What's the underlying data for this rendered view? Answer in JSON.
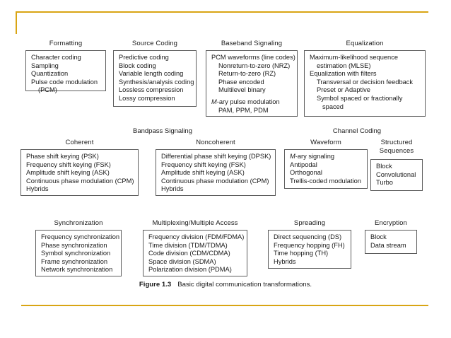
{
  "figure": {
    "caption_label": "Figure 1.3",
    "caption_text": "Basic digital communication transformations.",
    "accent_color": "#d9a514",
    "box_border_color": "#5c5c5c",
    "text_color": "#1a1a1a",
    "background_color": "#ffffff"
  },
  "row1": {
    "formatting": {
      "title": "Formatting",
      "items": [
        "Character coding",
        "Sampling",
        "Quantization",
        "Pulse code modulation",
        "(PCM)"
      ]
    },
    "source_coding": {
      "title": "Source Coding",
      "items": [
        "Predictive coding",
        "Block coding",
        "Variable length coding",
        "Synthesis/analysis coding",
        "Lossless compression",
        "Lossy compression"
      ]
    },
    "baseband_signaling": {
      "title": "Baseband Signaling",
      "items": [
        "PCM waveforms (line codes)",
        "Nonreturn-to-zero (NRZ)",
        "Return-to-zero (RZ)",
        "Phase encoded",
        "Multilevel binary",
        "M-ary pulse modulation",
        "PAM, PPM, PDM"
      ],
      "italic_prefix": "M",
      "italic_rest": "-ary pulse modulation"
    },
    "equalization": {
      "title": "Equalization",
      "items": [
        "Maximum-likelihood sequence",
        "estimation (MLSE)",
        "Equalization with filters",
        "Transversal or decision feedback",
        "Preset or Adaptive",
        "Symbol spaced or fractionally",
        "spaced"
      ]
    }
  },
  "row2": {
    "bandpass_signaling": {
      "super_title": "Bandpass Signaling",
      "coherent": {
        "title": "Coherent",
        "items": [
          "Phase shift keying (PSK)",
          "Frequency shift keying (FSK)",
          "Amplitude shift keying (ASK)",
          "Continuous phase modulation (CPM)",
          "Hybrids"
        ]
      },
      "noncoherent": {
        "title": "Noncoherent",
        "items": [
          "Differential phase shift keying (DPSK)",
          "Frequency shift keying (FSK)",
          "Amplitude shift keying (ASK)",
          "Continuous phase modulation (CPM)",
          "Hybrids"
        ]
      }
    },
    "channel_coding": {
      "super_title": "Channel Coding",
      "waveform": {
        "title": "Waveform",
        "items": [
          "M-ary signaling",
          "Antipodal",
          "Orthogonal",
          "Trellis-coded modulation"
        ],
        "italic_prefix": "M",
        "italic_rest": "-ary signaling"
      },
      "structured_sequences": {
        "title_line1": "Structured",
        "title_line2": "Sequences",
        "items": [
          "Block",
          "Convolutional",
          "Turbo"
        ]
      }
    }
  },
  "row3": {
    "synchronization": {
      "title": "Synchronization",
      "items": [
        "Frequency synchronization",
        "Phase synchronization",
        "Symbol synchronization",
        "Frame synchronization",
        "Network synchronization"
      ]
    },
    "multiplexing": {
      "title": "Multiplexing/Multiple Access",
      "items": [
        "Frequency division (FDM/FDMA)",
        "Time division (TDM/TDMA)",
        "Code division (CDM/CDMA)",
        "Space division (SDMA)",
        "Polarization division (PDMA)"
      ]
    },
    "spreading": {
      "title": "Spreading",
      "items": [
        "Direct sequencing (DS)",
        "Frequency hopping (FH)",
        "Time hopping (TH)",
        "Hybrids"
      ]
    },
    "encryption": {
      "title": "Encryption",
      "items": [
        "Block",
        "Data stream"
      ]
    }
  }
}
